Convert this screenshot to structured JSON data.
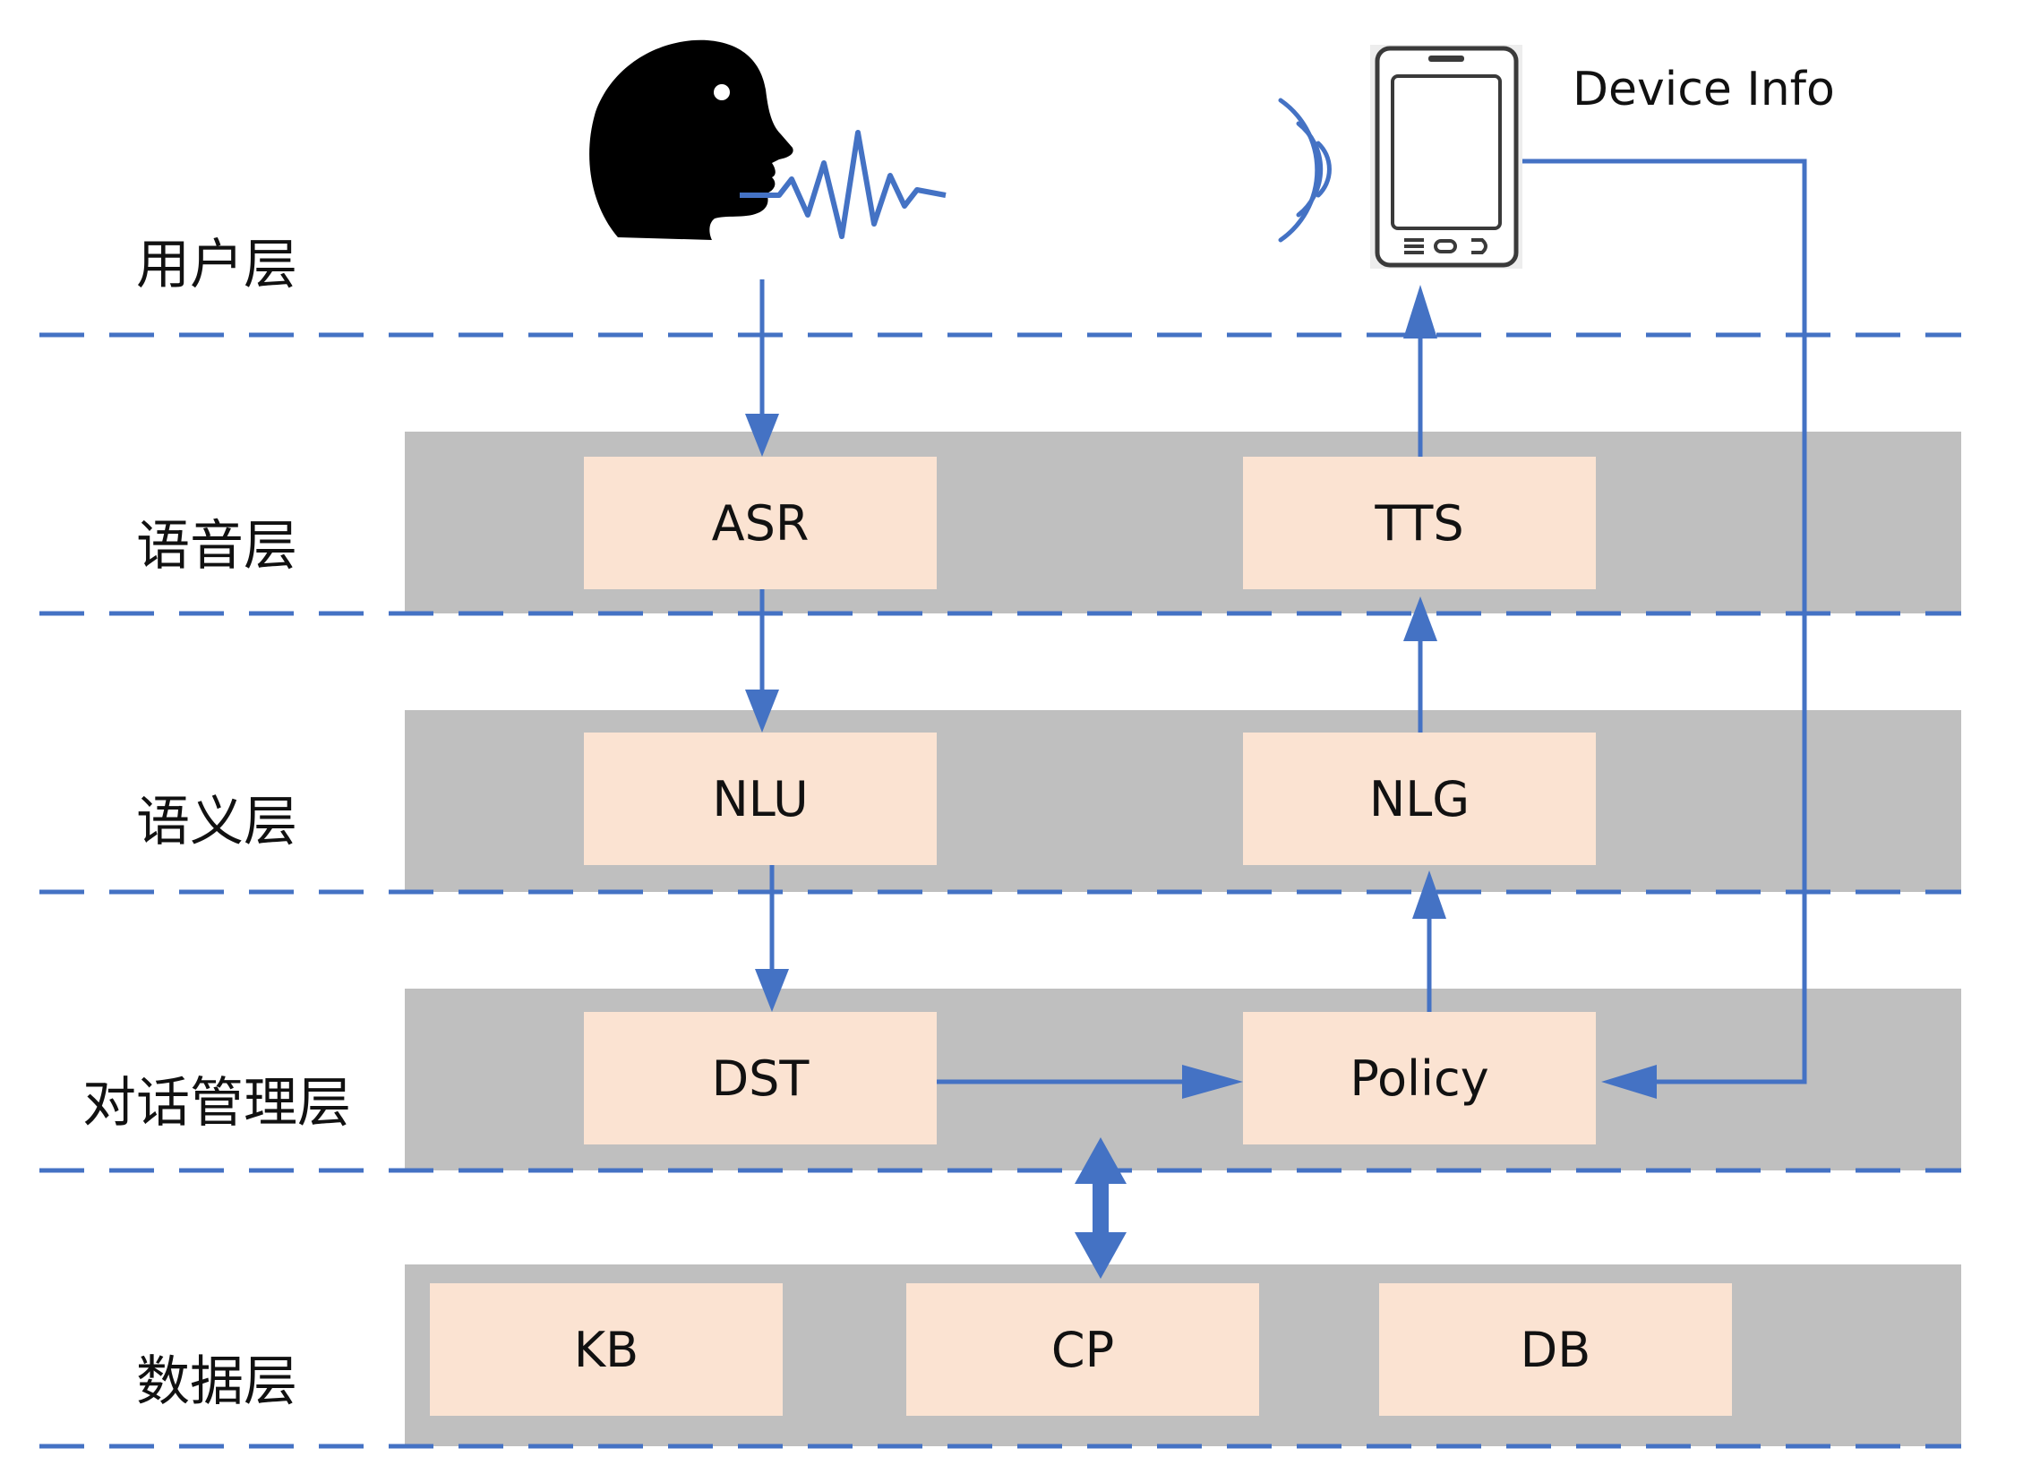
{
  "layers": {
    "user": "用户层",
    "speech": "语音层",
    "semantic": "语义层",
    "dialog": "对话管理层",
    "data": "数据层"
  },
  "nodes": {
    "asr": "ASR",
    "tts": "TTS",
    "nlu": "NLU",
    "nlg": "NLG",
    "dst": "DST",
    "policy": "Policy",
    "kb": "KB",
    "cp": "CP",
    "db": "DB"
  },
  "device_info": "Device Info",
  "colors": {
    "accent": "#4472c4",
    "band": "#bfbfbf",
    "node_fill": "#fbe3d2",
    "text": "#111111"
  },
  "icons": {
    "user": "speaking-head-icon",
    "voice": "sound-wave-icon",
    "phone": "smartphone-icon",
    "signal": "wireless-signal-icon"
  }
}
